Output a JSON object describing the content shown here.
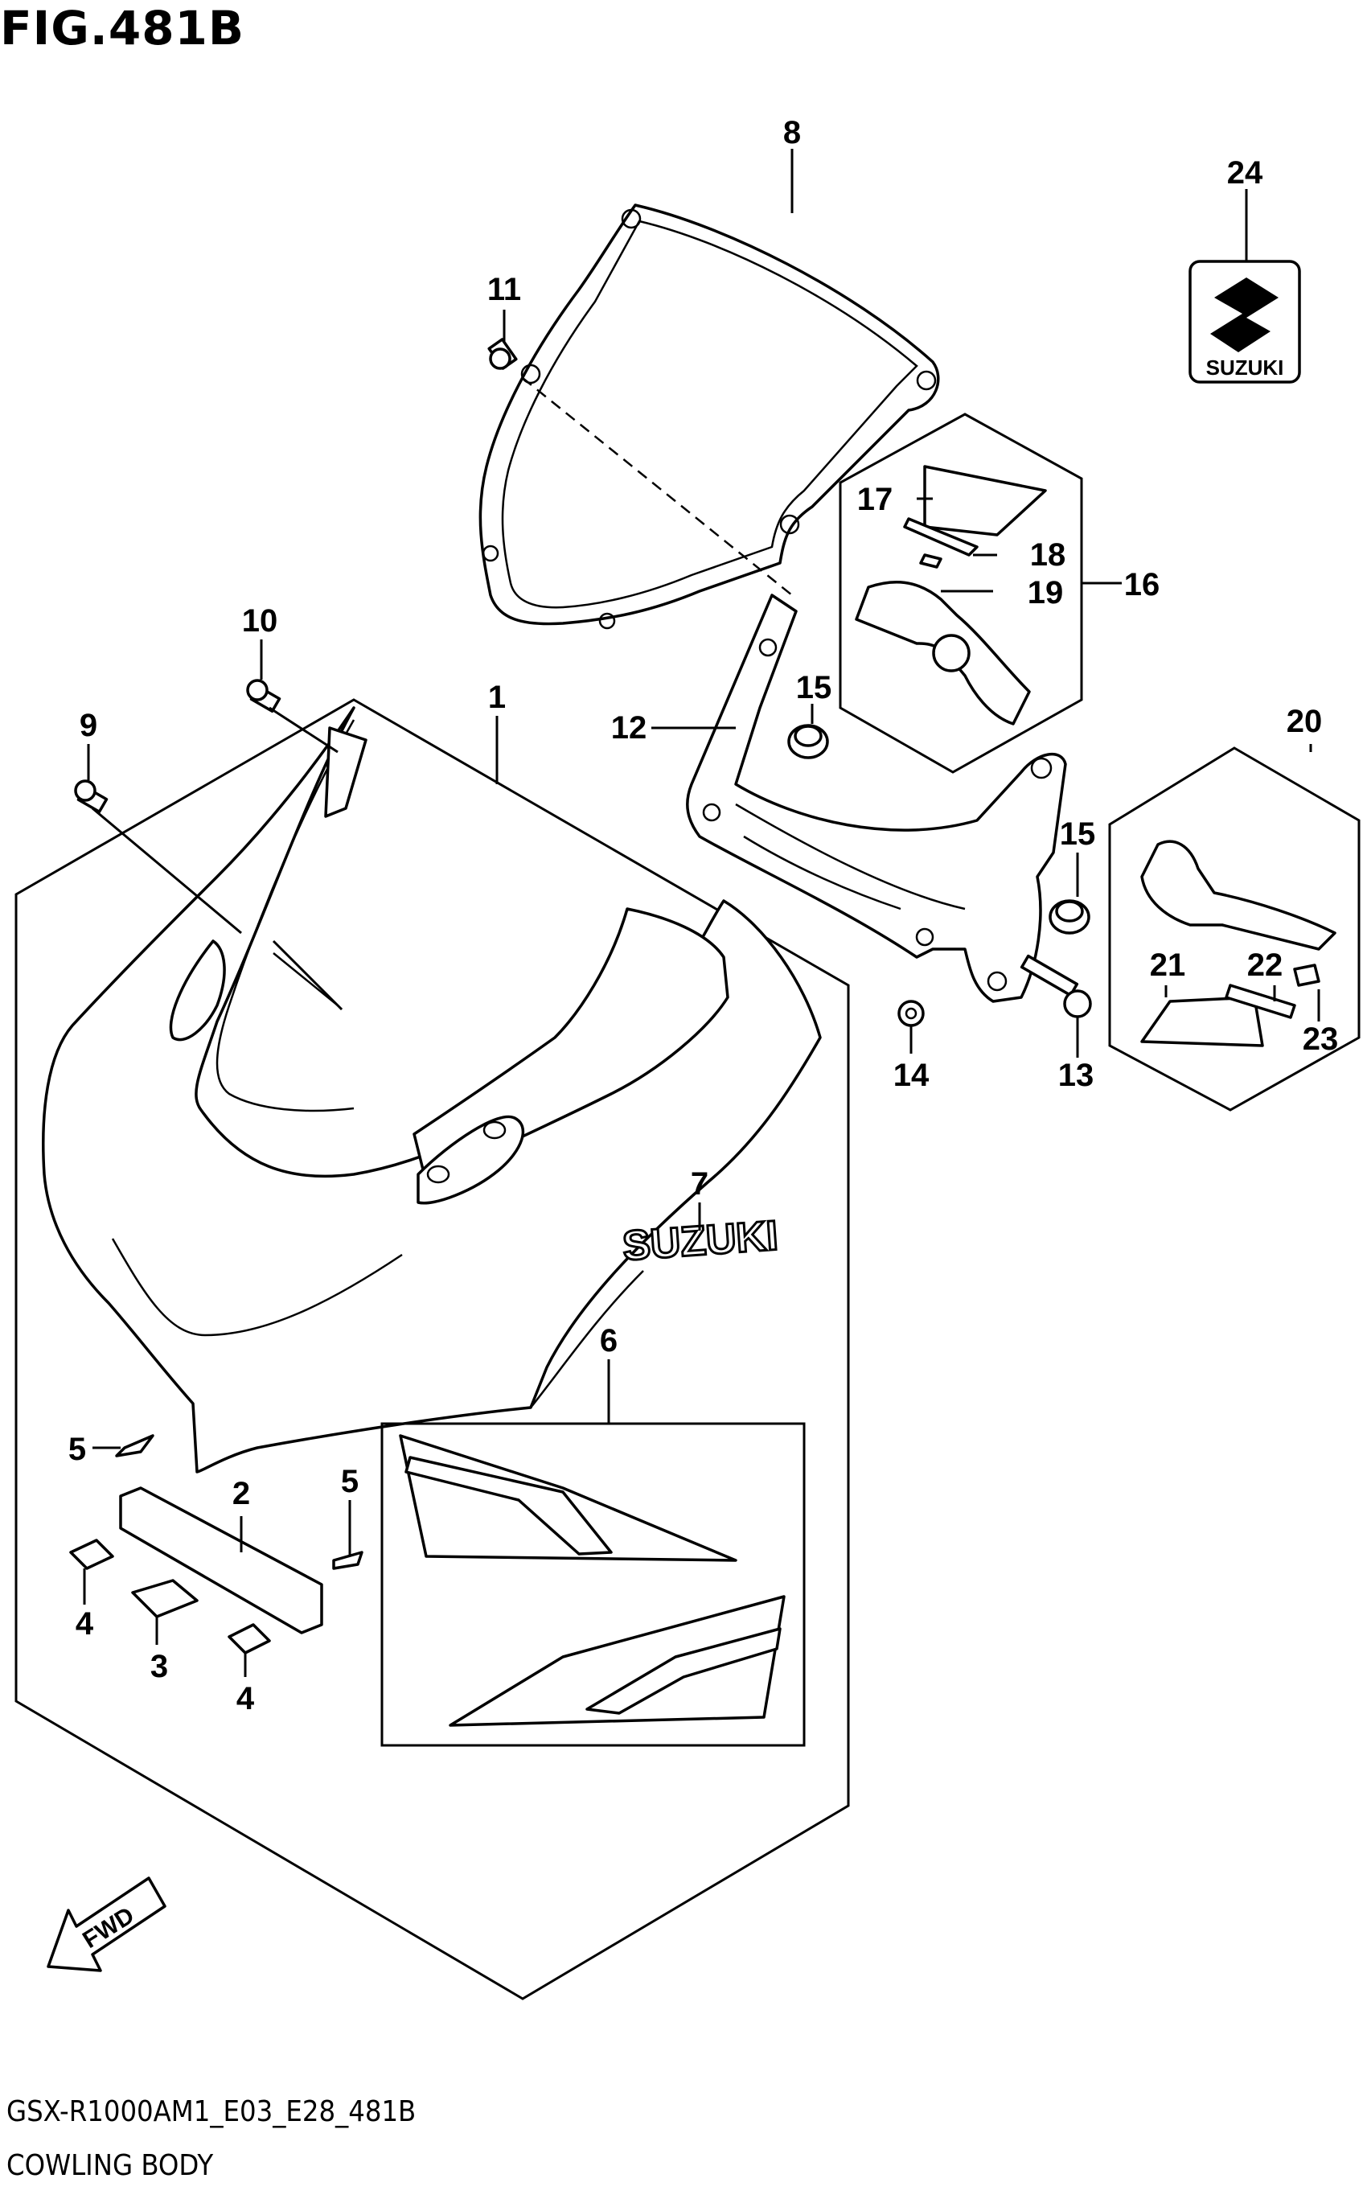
{
  "figure": {
    "title": "FIG.481B",
    "model_code": "GSX-R1000AM1_E03_E28_481B",
    "caption": "COWLING BODY",
    "direction_marker": "FWD",
    "decal_text": "SUZUKI"
  },
  "callouts": [
    {
      "id": "1",
      "text": "1"
    },
    {
      "id": "2",
      "text": "2"
    },
    {
      "id": "3",
      "text": "3"
    },
    {
      "id": "4a",
      "text": "4"
    },
    {
      "id": "4b",
      "text": "4"
    },
    {
      "id": "5a",
      "text": "5"
    },
    {
      "id": "5b",
      "text": "5"
    },
    {
      "id": "6",
      "text": "6"
    },
    {
      "id": "7",
      "text": "7"
    },
    {
      "id": "8",
      "text": "8"
    },
    {
      "id": "9",
      "text": "9"
    },
    {
      "id": "10",
      "text": "10"
    },
    {
      "id": "11",
      "text": "11"
    },
    {
      "id": "12",
      "text": "12"
    },
    {
      "id": "13",
      "text": "13"
    },
    {
      "id": "14",
      "text": "14"
    },
    {
      "id": "15a",
      "text": "15"
    },
    {
      "id": "15b",
      "text": "15"
    },
    {
      "id": "16",
      "text": "16"
    },
    {
      "id": "17",
      "text": "17"
    },
    {
      "id": "18",
      "text": "18"
    },
    {
      "id": "19",
      "text": "19"
    },
    {
      "id": "20",
      "text": "20"
    },
    {
      "id": "21",
      "text": "21"
    },
    {
      "id": "22",
      "text": "22"
    },
    {
      "id": "23",
      "text": "23"
    },
    {
      "id": "24",
      "text": "24"
    }
  ]
}
